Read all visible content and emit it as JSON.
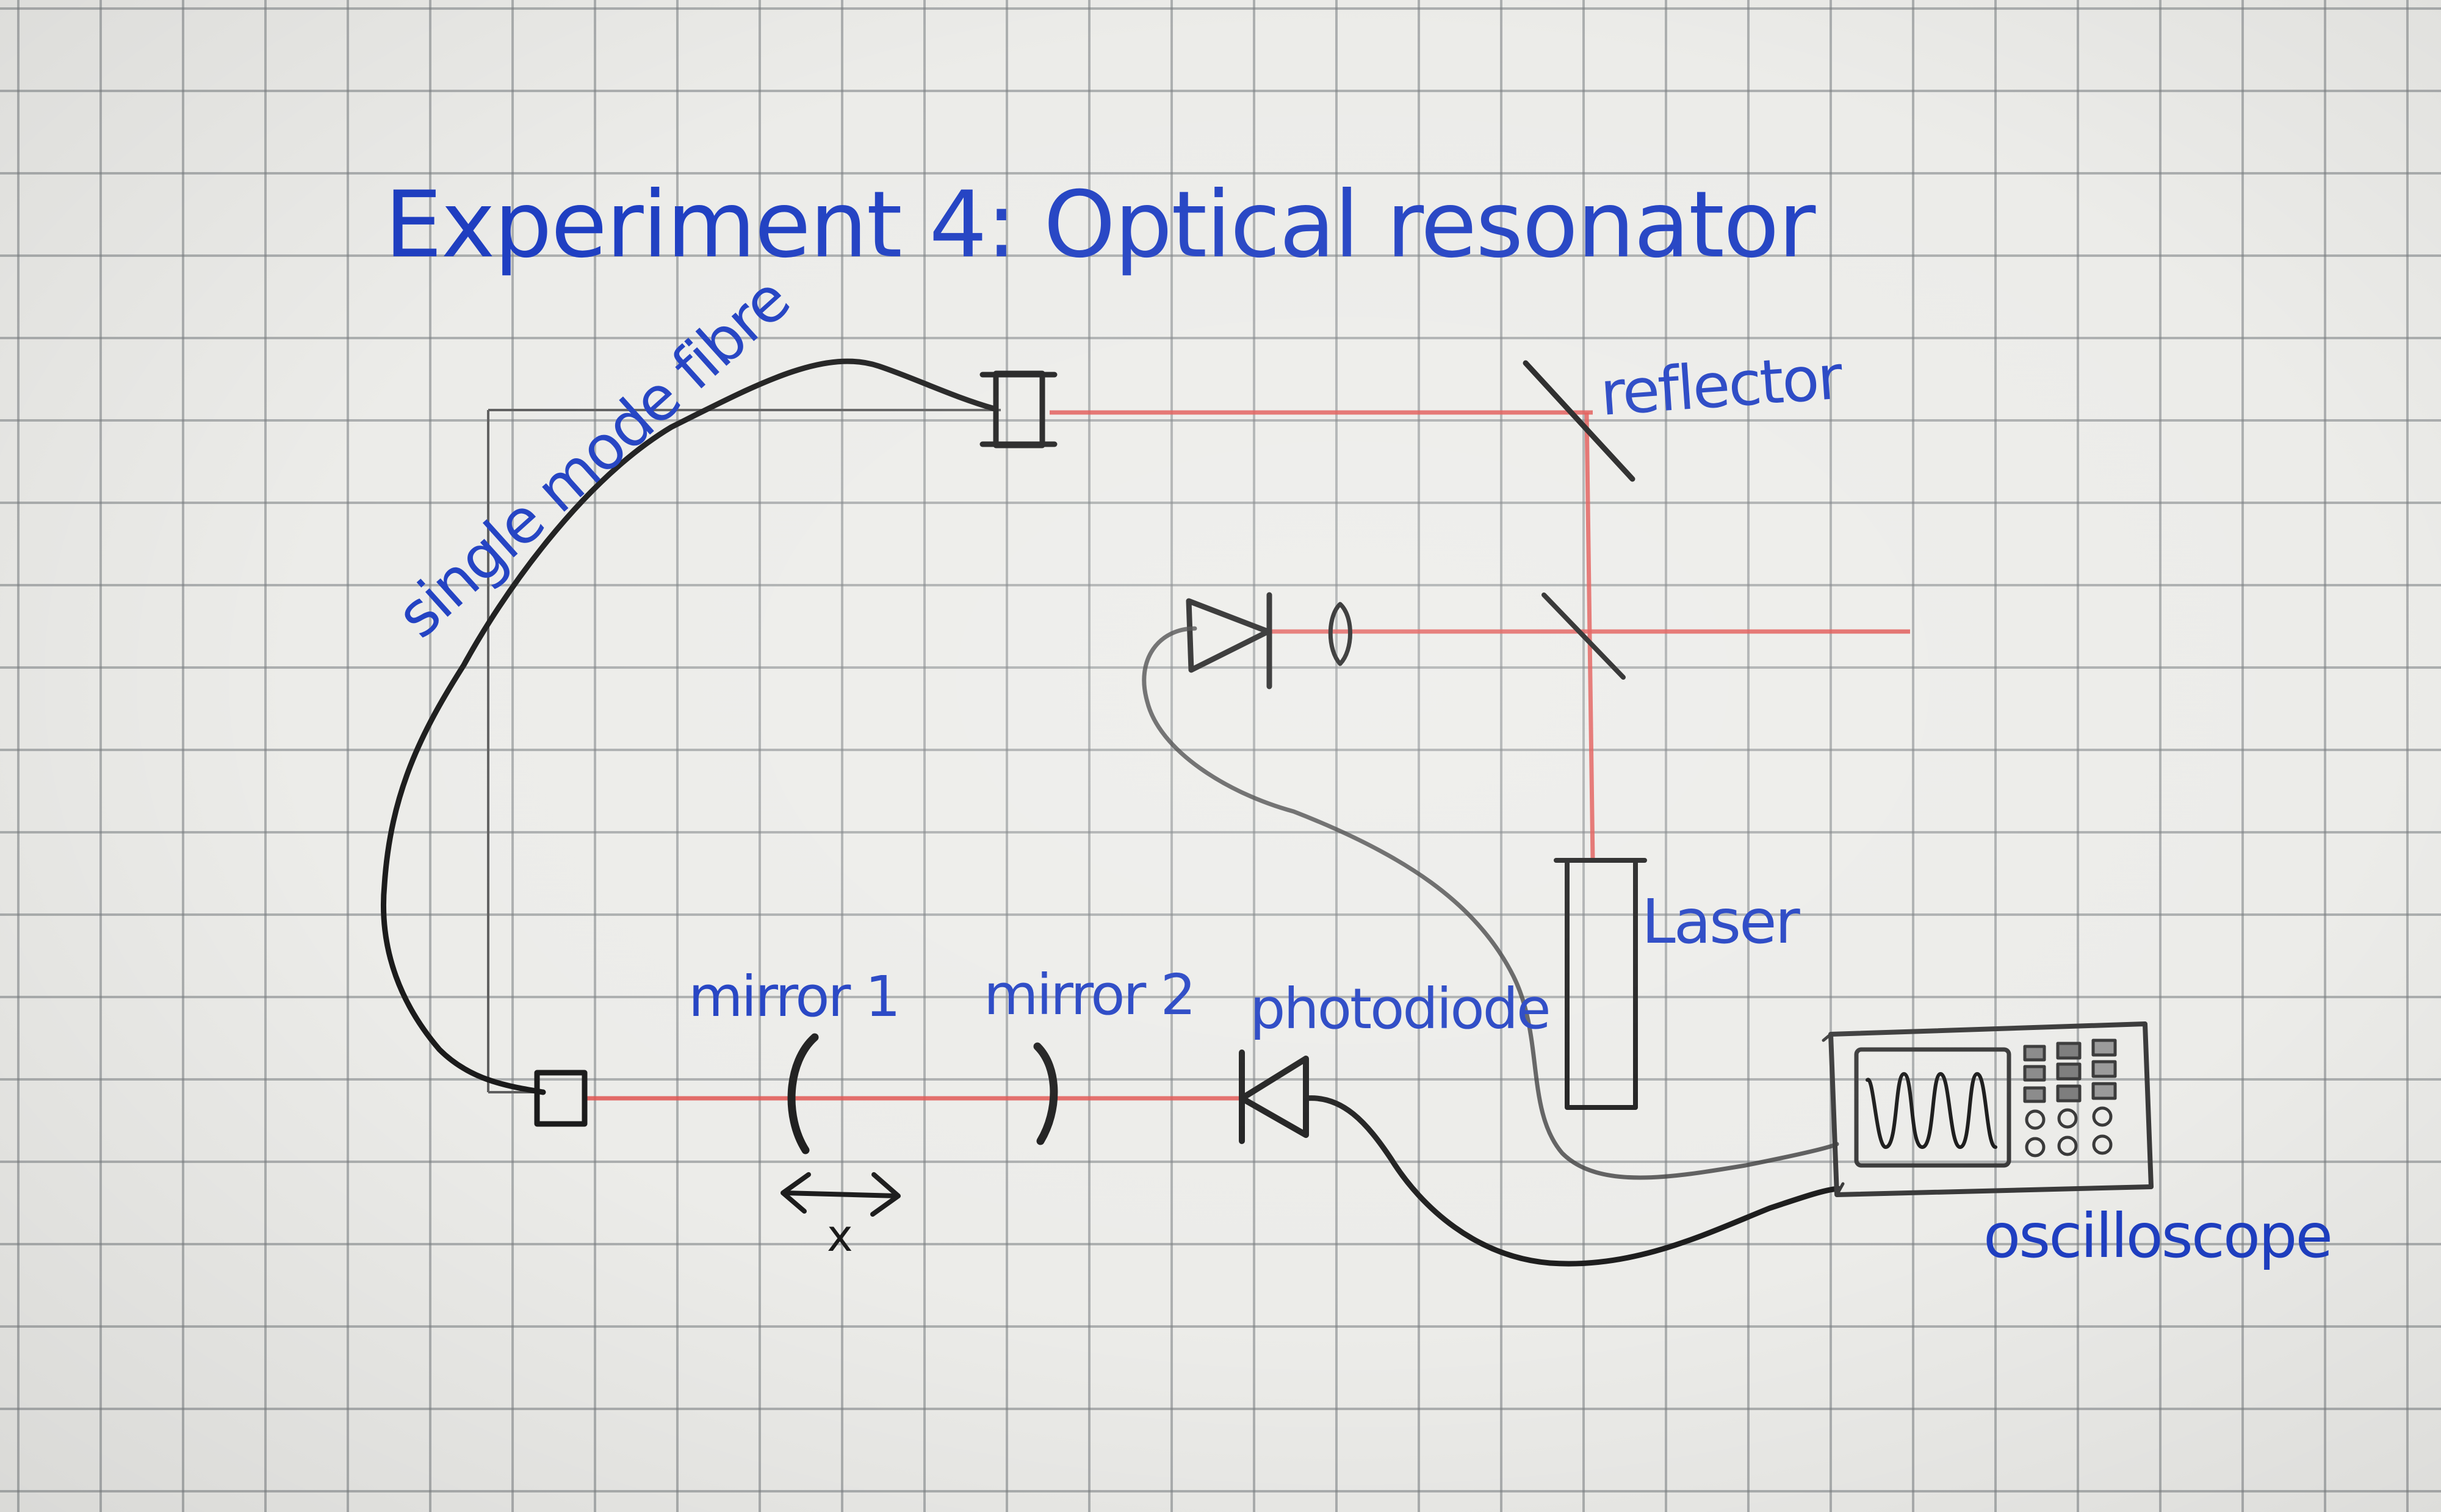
{
  "diagram": {
    "title": "Experiment 4:  Optical resonator",
    "labels": {
      "fibre": "single mode fibre",
      "reflector": "reflector",
      "laser": "Laser",
      "mirror1": "mirror 1",
      "mirror2": "mirror 2",
      "photodiode": "photodiode",
      "oscilloscope": "oscilloscope",
      "displacement": "x"
    },
    "colors": {
      "ink_blue": "#1f3fc2",
      "beam_red": "#e0524f",
      "pencil": "#1b1b1b",
      "paper": "#ecece9"
    }
  }
}
